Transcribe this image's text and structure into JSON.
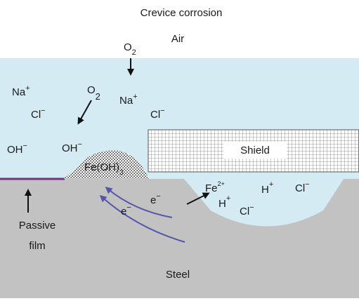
{
  "title": "Crevice corrosion",
  "labels": {
    "air": "Air",
    "shield": "Shield",
    "steel": "Steel",
    "passive_film_line1": "Passive",
    "passive_film_line2": "film",
    "fe_oh3": "Fe(OH)",
    "fe_oh3_sub": "3"
  },
  "species": {
    "o2_top": "O",
    "o2_top_sub": "2",
    "o2_mid": "O",
    "o2_mid_sub": "2",
    "na_left": "Na",
    "na_left_sup": "+",
    "na_right": "Na",
    "na_right_sup": "+",
    "cl_left": "Cl",
    "cl_left_sup": "−",
    "cl_right": "Cl",
    "cl_right_sup": "−",
    "oh_left": "OH",
    "oh_left_sup": "−",
    "oh_mid": "OH",
    "oh_mid_sup": "−",
    "e_left": "e",
    "e_left_sup": "−",
    "e_right": "e",
    "e_right_sup": "−",
    "fe2": "Fe",
    "fe2_sup": "2+",
    "h_low": "H",
    "h_low_sup": "+",
    "h_high": "H",
    "h_high_sup": "+",
    "cl_crevice": "Cl",
    "cl_crevice_sup": "−",
    "cl_crevice_right": "Cl",
    "cl_crevice_right_sup": "−"
  },
  "colors": {
    "water": "#d4ebf4",
    "steel": "#c2c2c2",
    "passive_film": "#7a2f86",
    "electron_arrow": "#5555aa",
    "shield_grid": "#777777",
    "shield_fill": "#ffffff"
  }
}
